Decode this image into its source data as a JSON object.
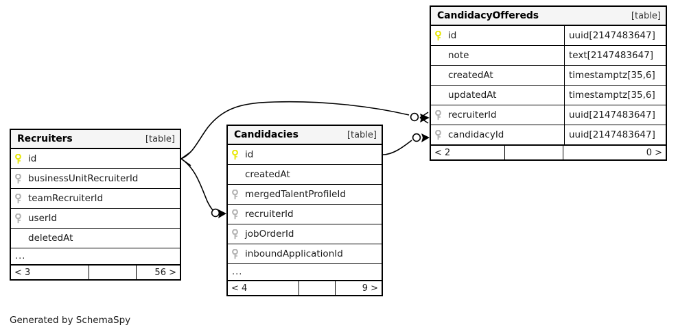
{
  "diagram": {
    "title": "SchemaSpy entity relationship diagram",
    "credit": "Generated by SchemaSpy",
    "colors": {
      "primary_key": "#e8e80c",
      "foreign_key": "#b3b3b3",
      "border": "#000000",
      "header_bg": "#f5f5f5",
      "background": "#ffffff"
    },
    "table_kind_label": "[table]",
    "more_columns_marker": "..."
  },
  "tables": [
    {
      "id": "recruiters",
      "name": "Recruiters",
      "kind": "[table]",
      "columns": [
        {
          "key": "primary",
          "name": "id",
          "type": ""
        },
        {
          "key": "foreign",
          "name": "businessUnitRecruiterId",
          "type": ""
        },
        {
          "key": "foreign",
          "name": "teamRecruiterId",
          "type": ""
        },
        {
          "key": "foreign",
          "name": "userId",
          "type": ""
        },
        {
          "key": "none",
          "name": "deletedAt",
          "type": ""
        }
      ],
      "has_more": true,
      "more_marker": "...",
      "footer": {
        "left": "< 3",
        "middle": "",
        "right": "56 >"
      }
    },
    {
      "id": "candidacies",
      "name": "Candidacies",
      "kind": "[table]",
      "columns": [
        {
          "key": "primary",
          "name": "id",
          "type": ""
        },
        {
          "key": "none",
          "name": "createdAt",
          "type": ""
        },
        {
          "key": "foreign",
          "name": "mergedTalentProfileId",
          "type": ""
        },
        {
          "key": "foreign",
          "name": "recruiterId",
          "type": ""
        },
        {
          "key": "foreign",
          "name": "jobOrderId",
          "type": ""
        },
        {
          "key": "foreign",
          "name": "inboundApplicationId",
          "type": ""
        }
      ],
      "has_more": true,
      "more_marker": "...",
      "footer": {
        "left": "< 4",
        "middle": "",
        "right": "9 >"
      }
    },
    {
      "id": "offereds",
      "name": "CandidacyOffereds",
      "kind": "[table]",
      "columns": [
        {
          "key": "primary",
          "name": "id",
          "type": "uuid[2147483647]"
        },
        {
          "key": "none",
          "name": "note",
          "type": "text[2147483647]"
        },
        {
          "key": "none",
          "name": "createdAt",
          "type": "timestamptz[35,6]"
        },
        {
          "key": "none",
          "name": "updatedAt",
          "type": "timestamptz[35,6]"
        },
        {
          "key": "foreign",
          "name": "recruiterId",
          "type": "uuid[2147483647]"
        },
        {
          "key": "foreign",
          "name": "candidacyId",
          "type": "uuid[2147483647]"
        }
      ],
      "has_more": false,
      "more_marker": "",
      "footer": {
        "left": "< 2",
        "middle": "",
        "right": "0 >"
      }
    }
  ],
  "relationships": [
    {
      "id": "rel-recruiters-candidacies",
      "from_table": "Recruiters",
      "from_column": "id",
      "to_table": "Candidacies",
      "to_column": "recruiterId"
    },
    {
      "id": "rel-recruiters-offereds",
      "from_table": "Recruiters",
      "from_column": "id",
      "to_table": "CandidacyOffereds",
      "to_column": "recruiterId"
    },
    {
      "id": "rel-candidacies-offereds",
      "from_table": "Candidacies",
      "from_column": "id",
      "to_table": "CandidacyOffereds",
      "to_column": "candidacyId"
    }
  ]
}
